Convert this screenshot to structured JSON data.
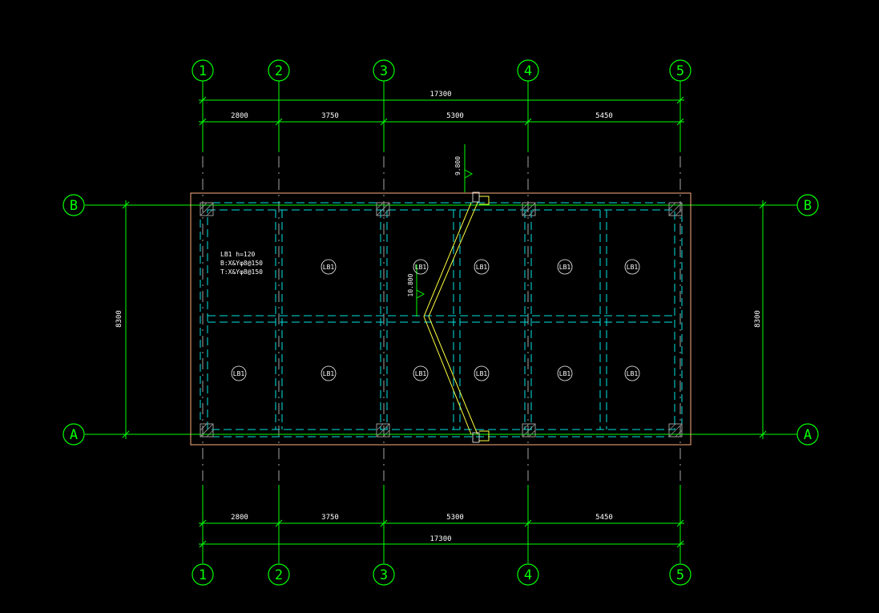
{
  "colors": {
    "background": "#000000",
    "axis": "#00ff00",
    "dimension": "#00ff00",
    "outline": "#ffb080",
    "beam": "#00e5e5",
    "column": "#9a9a9a",
    "text": "#ffffff",
    "stair": "#ffff40"
  },
  "axes": {
    "columns": [
      "1",
      "2",
      "3",
      "4",
      "5"
    ],
    "rows": [
      "B",
      "A"
    ]
  },
  "dimensions": {
    "top_total": "17300",
    "bottom_total": "17300",
    "top_spans": [
      "2800",
      "3750",
      "5300",
      "5450"
    ],
    "bottom_spans": [
      "2800",
      "3750",
      "5300",
      "5450"
    ],
    "left_height": "8300",
    "right_height": "8300"
  },
  "slab_note": {
    "line1": "LB1 h=120",
    "line2": "B:X&Yφ8@150",
    "line3": "T:X&Yφ8@150"
  },
  "slab_labels": [
    "LB1",
    "LB1",
    "LB1",
    "LB1",
    "LB1",
    "LB1",
    "LB1",
    "LB1",
    "LB1",
    "LB1",
    "LB1"
  ],
  "elevations": {
    "upper": "9.800",
    "middle": "10.800"
  },
  "icons": {
    "axis_bubble": "circle-icon",
    "column": "hatched-square-icon",
    "elevation_marker": "triangle-icon"
  }
}
